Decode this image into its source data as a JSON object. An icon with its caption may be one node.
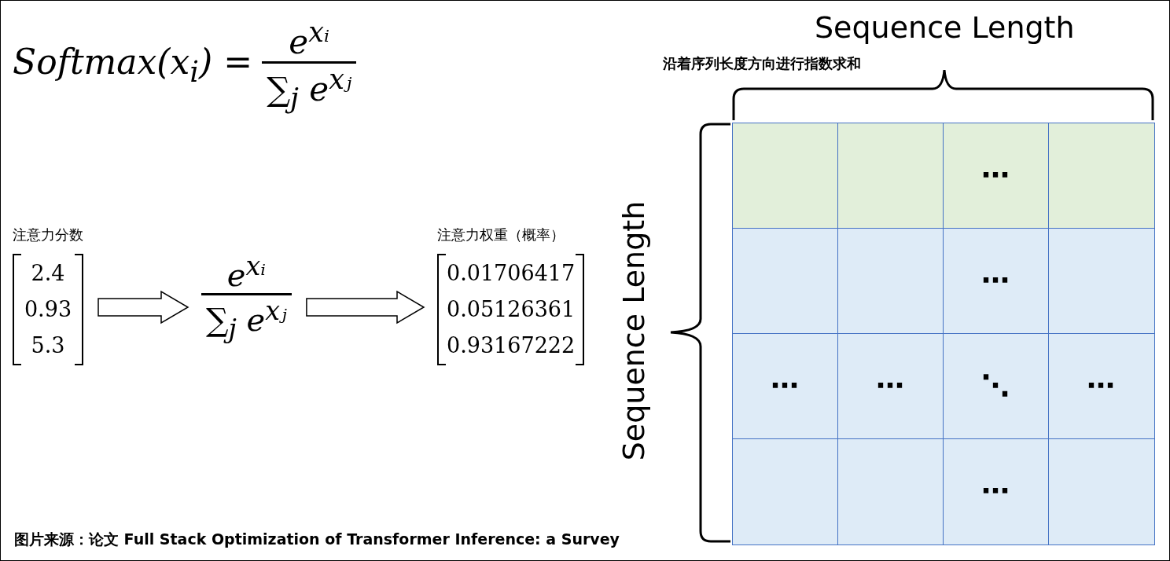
{
  "diagram": {
    "caption": "图片来源：论文 Full Stack Optimization of Transformer Inference: a Survey",
    "nodes": [
      {
        "text": [
          "注意力分数",
          "2.4",
          "0.93",
          "5.3"
        ]
      },
      {
        "text": [
          "e$^{xᵢ}$",
          "∑$_{j}$ e$^{xⱼ}$"
        ]
      },
      {
        "text": [
          "注意力权重（概率）",
          "0.01706417",
          "0.05126361",
          "0.93167222"
        ]
      }
    ],
    "edges": [
      {
        "from": 0,
        "to": 1,
        "arrow": "to"
      },
      {
        "from": 1,
        "to": 2,
        "arrow": "to"
      }
    ],
    "labels": [
      "Softmax(x$_{i}$) =",
      "e$^{xᵢ}$",
      "∑$_{j}$ e$^{xⱼ}$",
      "Sequence Length",
      "沿着序列长度方向进行指数求和",
      "Sequence Length",
      "⋯",
      "⋯",
      "⋯",
      "⋯",
      "⋱",
      "⋯",
      "⋯"
    ]
  }
}
